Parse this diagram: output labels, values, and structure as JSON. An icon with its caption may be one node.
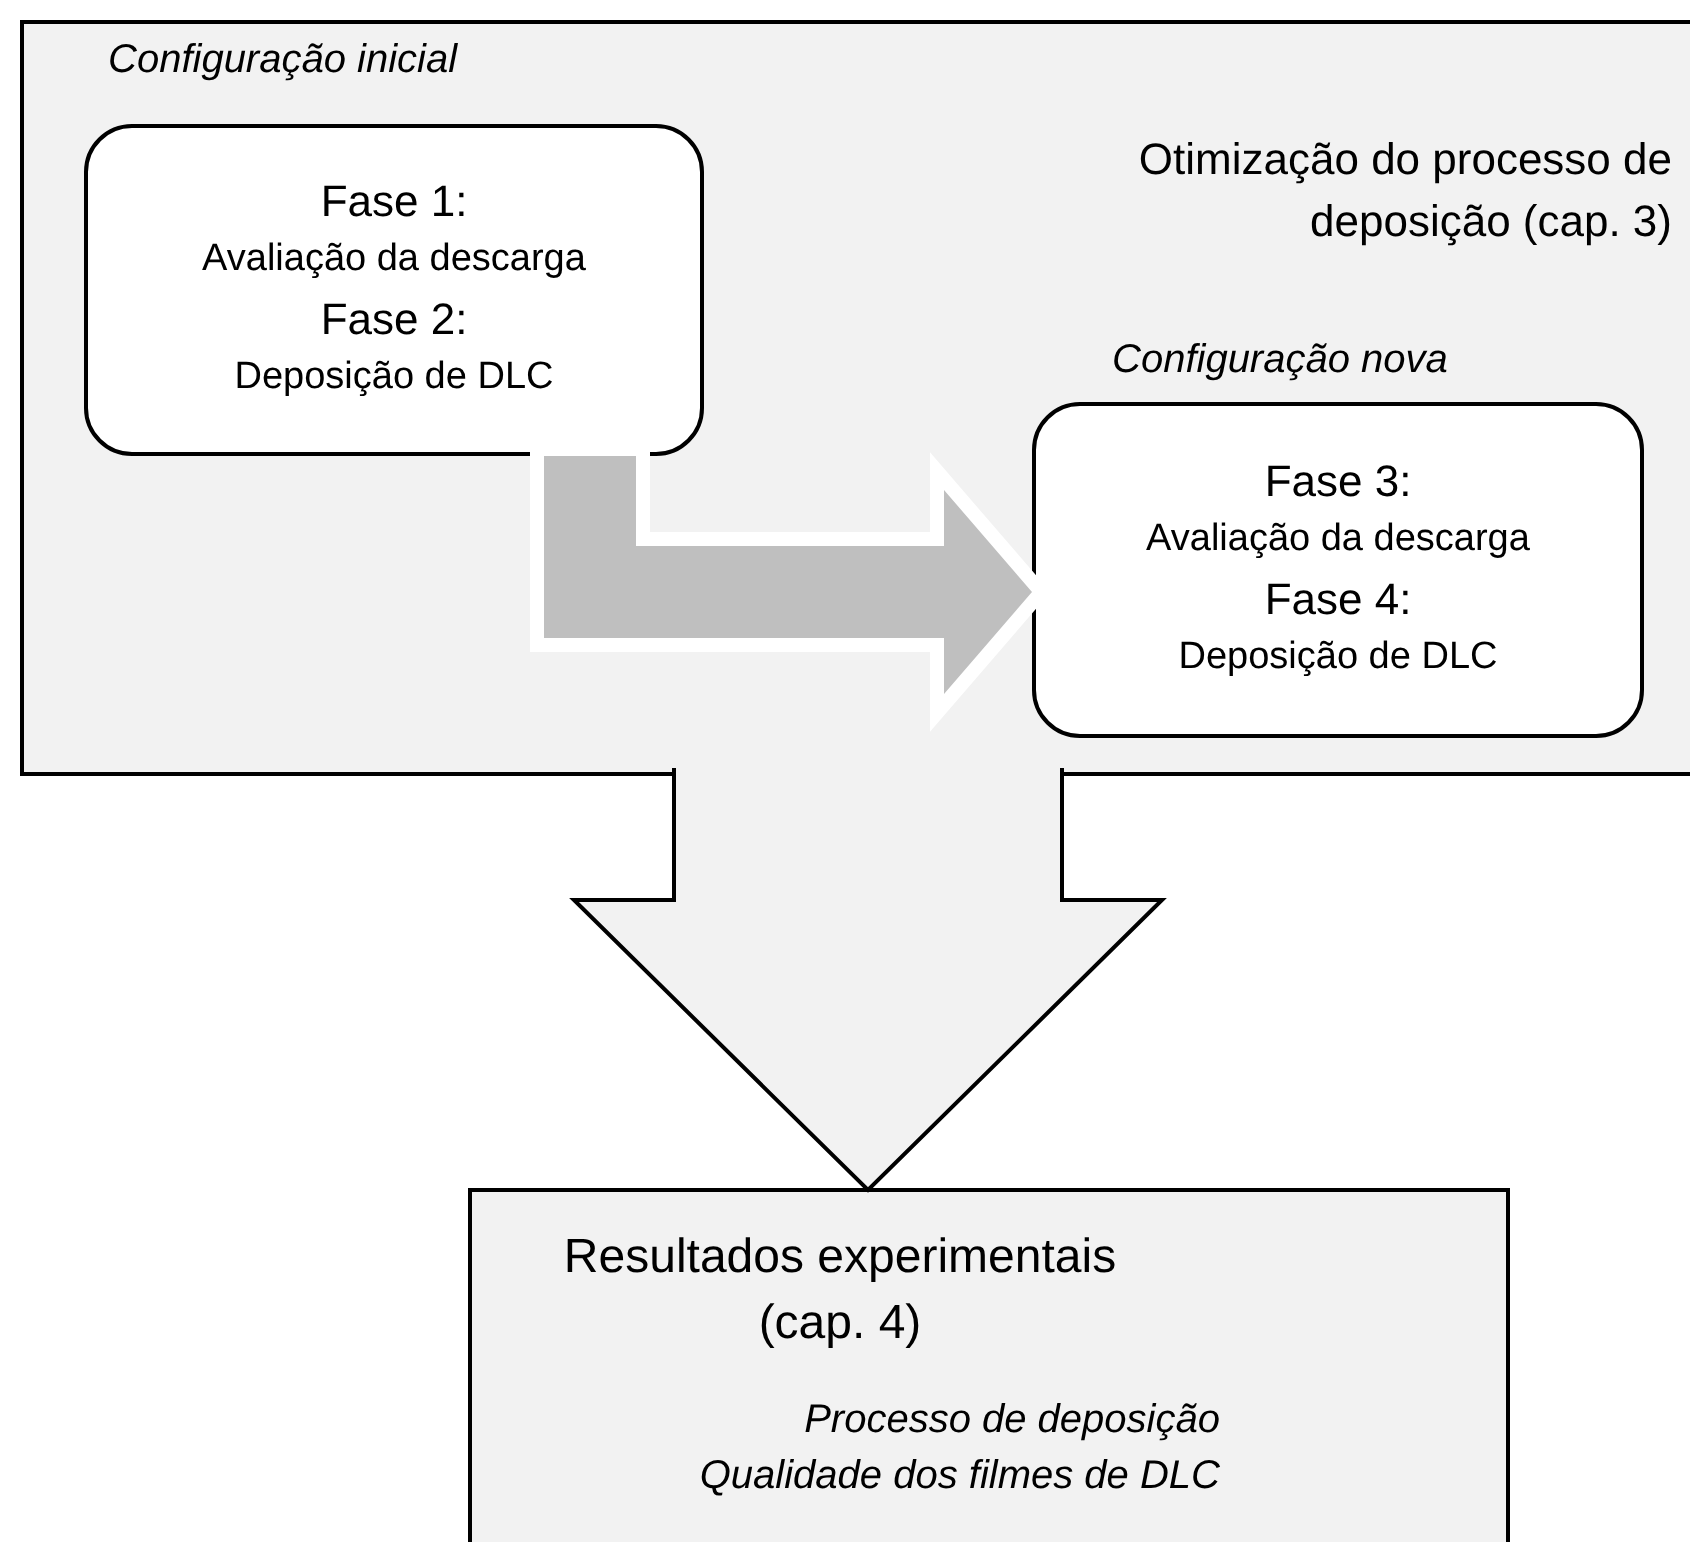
{
  "diagram": {
    "nodes": [
      {
        "text": [
          "Otimização do processo de deposição (cap. 3)"
        ]
      },
      {
        "text": [
          "Fase 1:",
          "Avaliação da descarga",
          "Fase 2:",
          "Deposição de DLC"
        ],
        "in": 0,
        "beside": [
          "Configuração inicial"
        ]
      },
      {
        "text": [
          "Fase 3:",
          "Avaliação da descarga",
          "Fase 4:",
          "Deposição de DLC"
        ],
        "in": 0,
        "beside": [
          "Configuração nova"
        ]
      },
      {
        "text": [
          "Resultados experimentais (cap. 4)",
          "Processo de deposição",
          "Qualidade dos filmes de DLC"
        ]
      }
    ],
    "edges": [
      {
        "from": 1,
        "to": 2,
        "arrow": "to",
        "style": "thick",
        "color": "#bfbfbf"
      },
      {
        "from": 0,
        "to": 3,
        "arrow": "to",
        "style": "thick",
        "color": "#000000"
      }
    ]
  }
}
